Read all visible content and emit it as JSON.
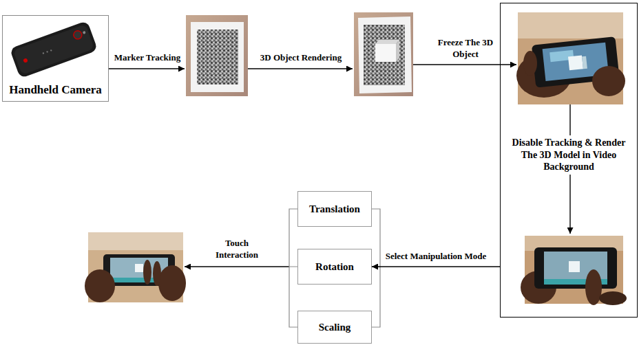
{
  "diagram": {
    "nodes": [
      {
        "text": [
          "Handheld Camera"
        ]
      },
      {
        "text": [
          "Disable Tracking & Render The 3D Model in Video Background"
        ]
      },
      {
        "text": [
          "Translation"
        ]
      },
      {
        "text": [
          "Rotation"
        ]
      },
      {
        "text": [
          "Scaling"
        ]
      }
    ],
    "edges": [
      {
        "from": 1,
        "to": 3,
        "label": "Select Manipulation Mode",
        "arrow": "to"
      }
    ],
    "labels": [
      "Marker Tracking",
      "3D Object Rendering",
      "Freeze The 3D Object",
      "Touch Interaction"
    ]
  }
}
